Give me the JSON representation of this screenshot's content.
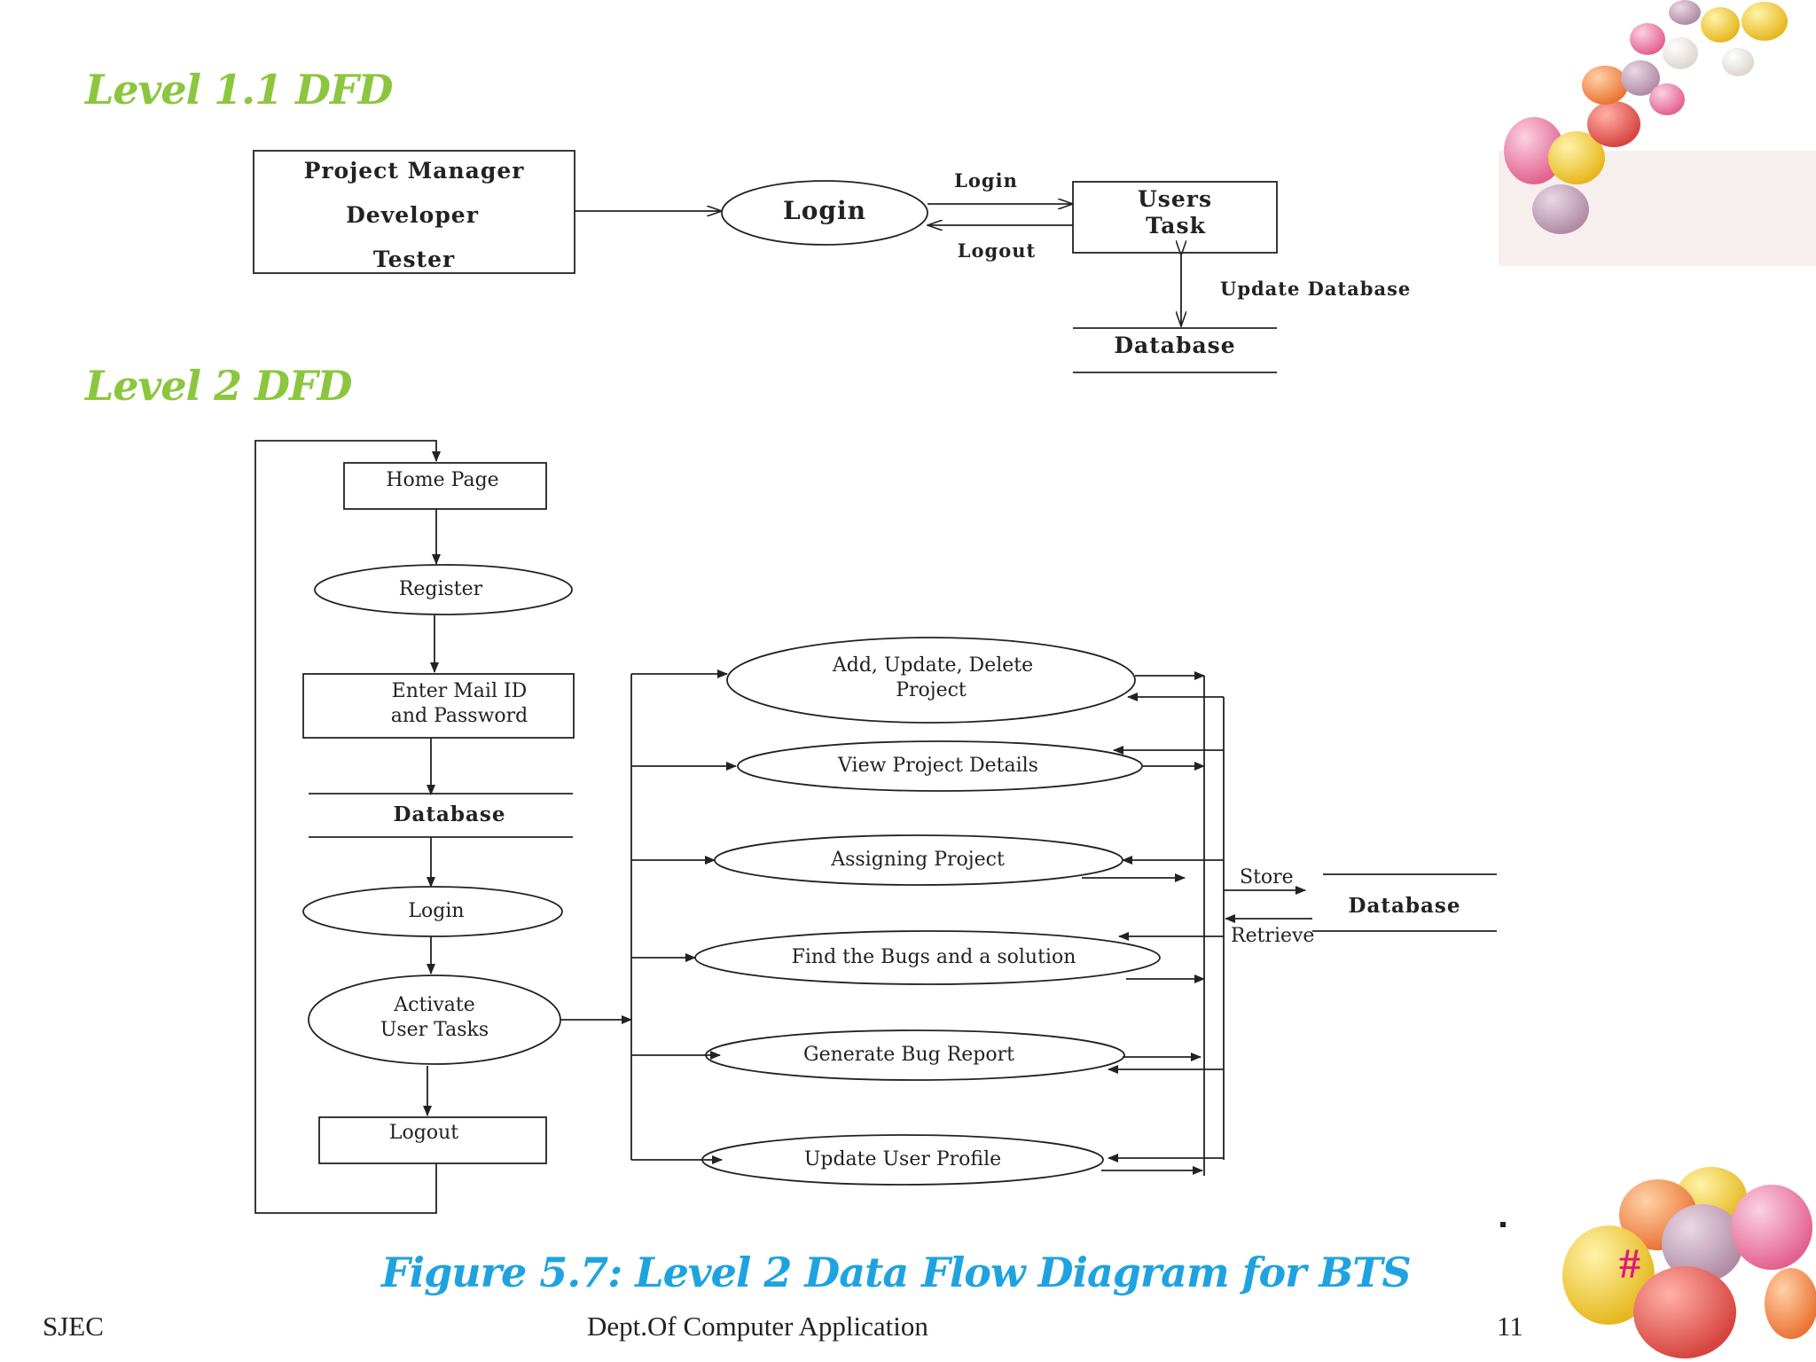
{
  "level1": {
    "heading": "Level 1.1 DFD",
    "actors": [
      "Project Manager",
      "Developer",
      "Tester"
    ],
    "login_process": "Login",
    "flow_login": "Login",
    "flow_logout": "Logout",
    "users_task": [
      "Users",
      "Task"
    ],
    "flow_update": "Update Database",
    "store": "Database"
  },
  "level2": {
    "heading": "Level 2 DFD",
    "home_page": "Home Page",
    "register": "Register",
    "enter_credentials": [
      "Enter Mail ID",
      "and Password"
    ],
    "database": "Database",
    "login": "Login",
    "activate": [
      "Activate",
      "User Tasks"
    ],
    "logout": "Logout",
    "tasks": {
      "add_update_delete": [
        "Add, Update, Delete",
        "Project"
      ],
      "view_project": "View Project Details",
      "assigning": "Assigning Project",
      "find_bugs": "Find the Bugs and a solution",
      "bug_report": "Generate Bug Report",
      "update_profile": "Update User Profile"
    },
    "flow_store": "Store",
    "flow_retrieve": "Retrieve",
    "store_right": "Database"
  },
  "caption": "Figure 5.7: Level 2 Data Flow Diagram for BTS",
  "footer": {
    "left": "SJEC",
    "center": "Dept.Of Computer Application",
    "page": "11"
  },
  "mark": "#",
  "colors": {
    "heading": "#8cc63f",
    "caption": "#1fa3e0",
    "mark": "#e0197c"
  }
}
